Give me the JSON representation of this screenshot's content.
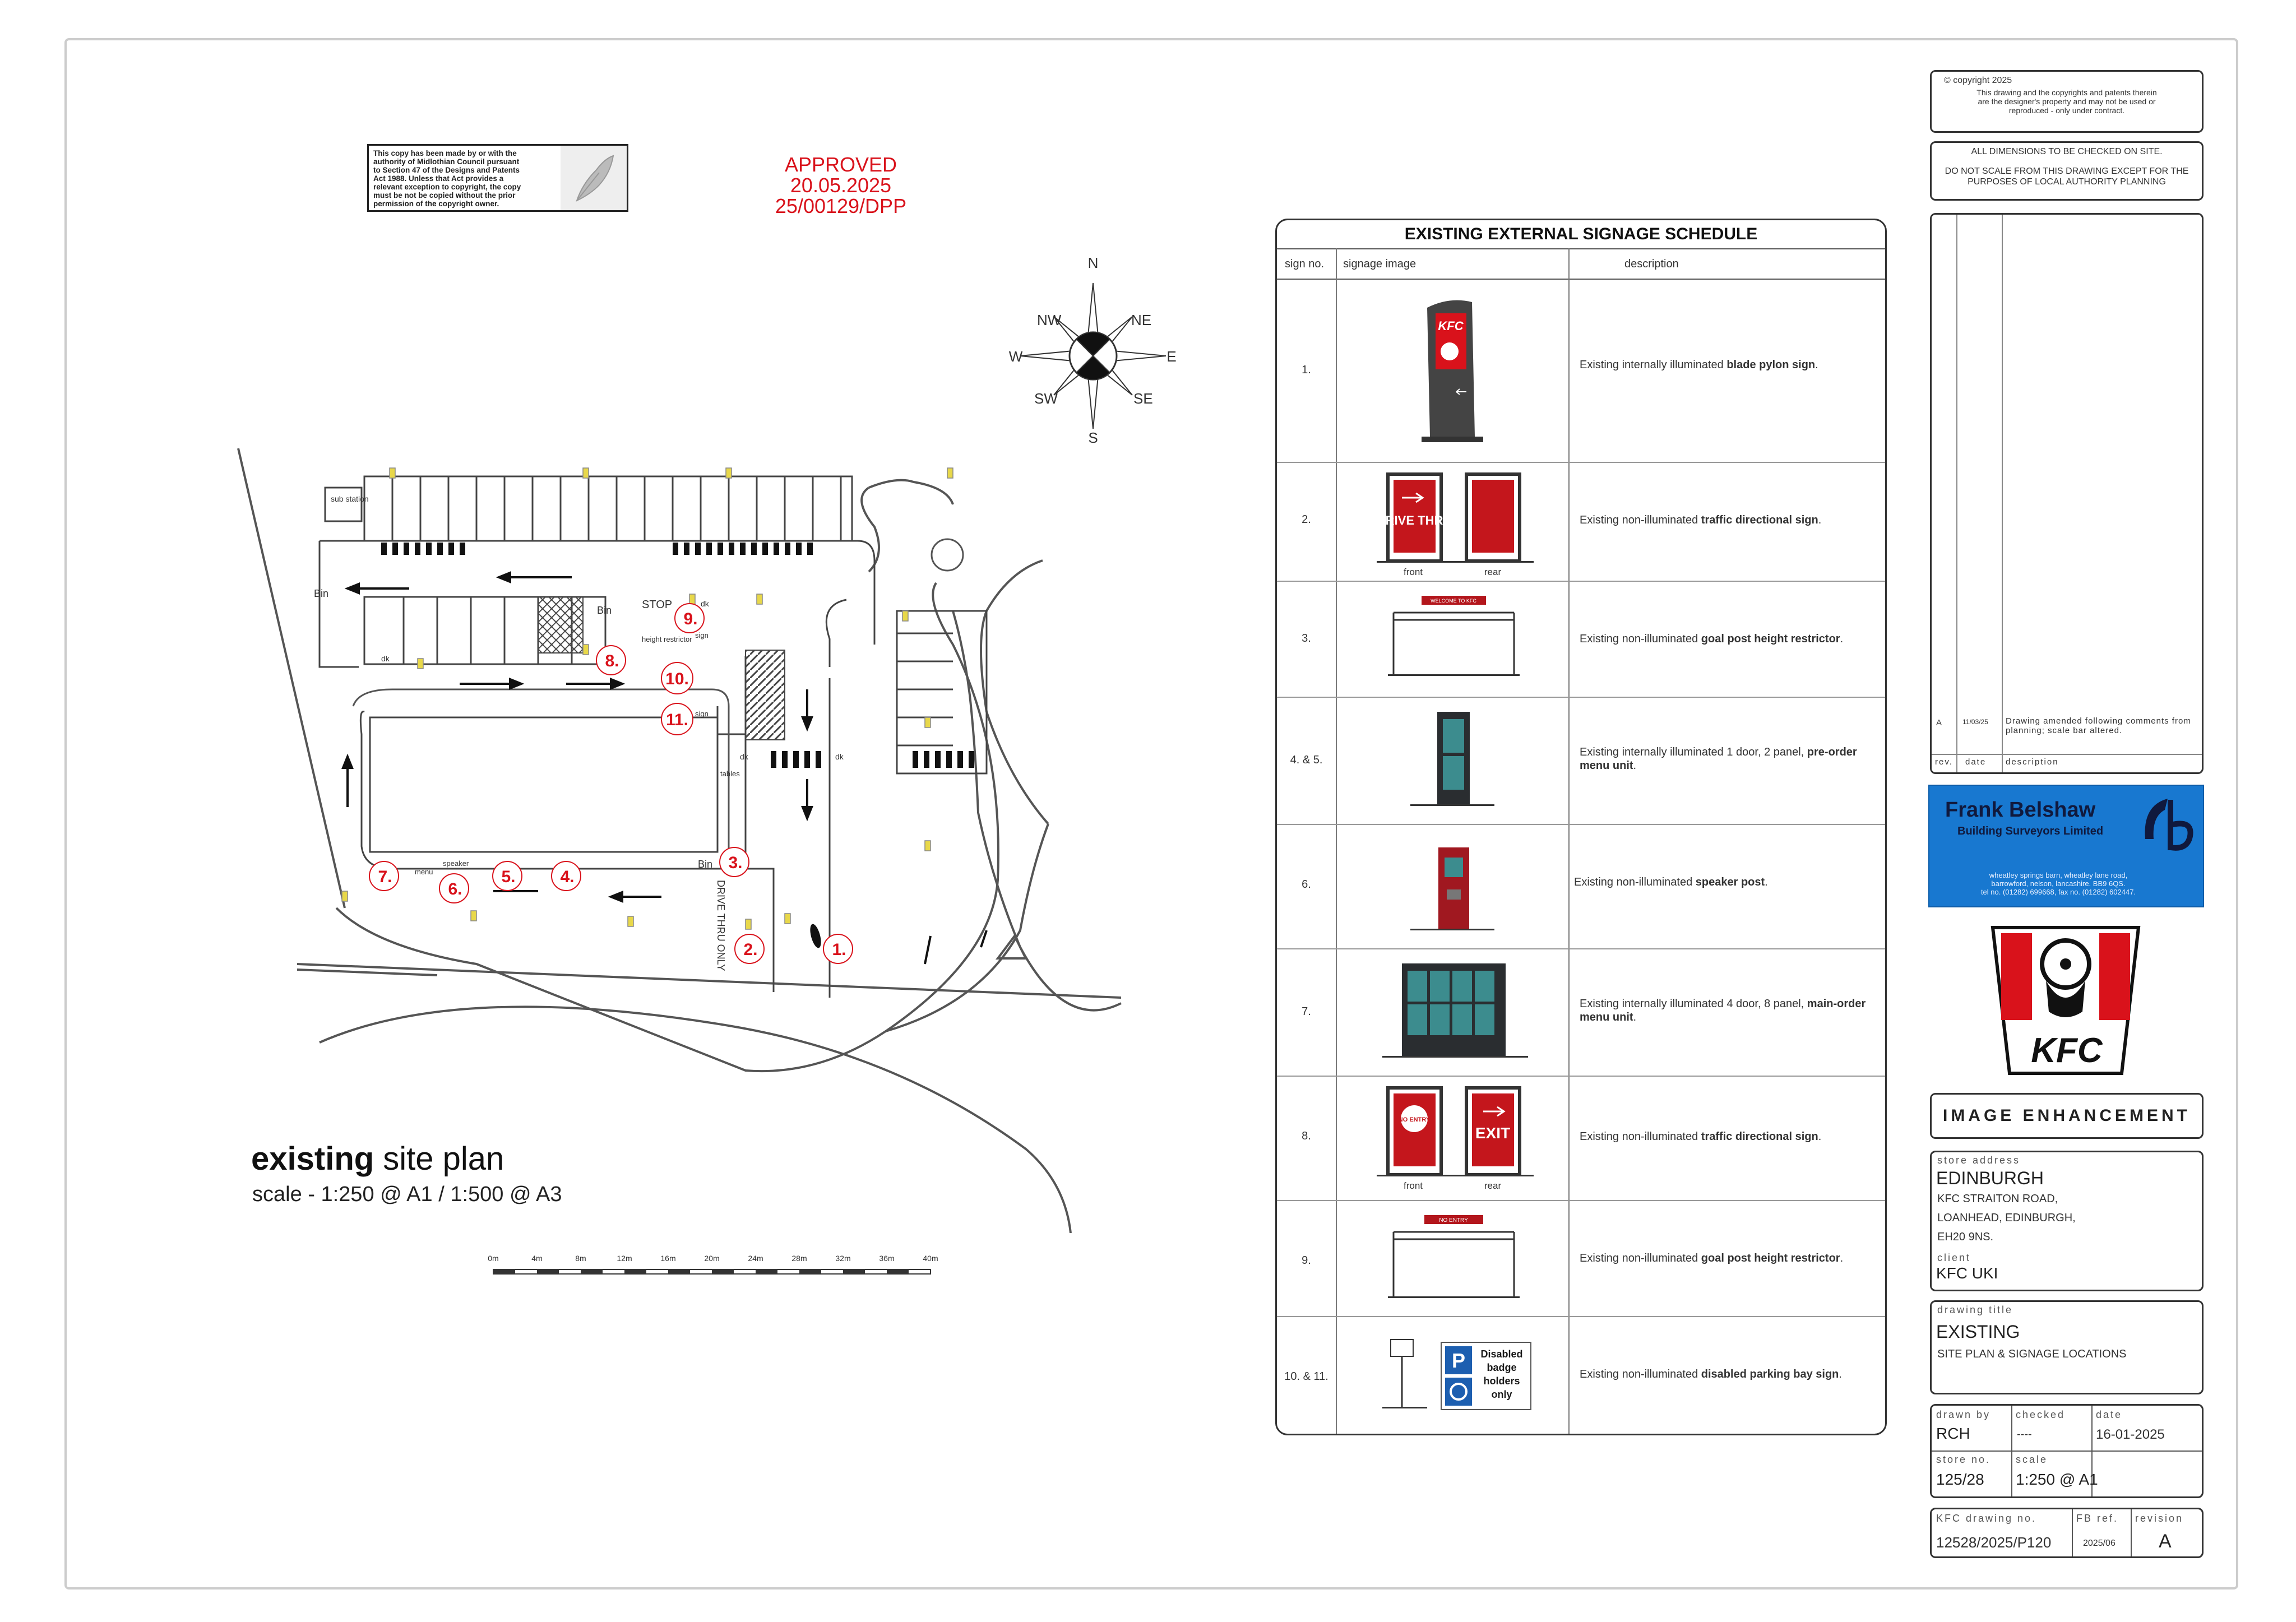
{
  "stamp": {
    "lines": [
      "This copy has been made by or with the",
      "authority of Midlothian Council pursuant",
      "to Section 47 of the Designs and Patents",
      "Act 1988. Unless that Act provides a",
      "relevant exception to copyright, the copy",
      "must be not be copied without the prior",
      "permission of the copyright owner."
    ]
  },
  "approved": {
    "line1": "APPROVED",
    "line2": "20.05.2025",
    "line3": "25/00129/DPP"
  },
  "compass": {
    "n": "N",
    "s": "S",
    "e": "E",
    "w": "W",
    "ne": "NE",
    "nw": "NW",
    "se": "SE",
    "sw": "SW"
  },
  "plan": {
    "title_bold": "existing",
    "title_rest": " site plan",
    "scale": "scale - 1:250 @ A1 / 1:500 @ A3",
    "scale_bar": [
      "0m",
      "4m",
      "8m",
      "12m",
      "16m",
      "20m",
      "24m",
      "28m",
      "32m",
      "36m",
      "40m"
    ],
    "labels": {
      "sub_station": "sub station",
      "bin1": "Bin",
      "bin2": "Bin",
      "bin3": "Bin",
      "stop": "STOP",
      "height_restrictor": "height restrictor",
      "dk1": "dk",
      "dk2": "dk",
      "dk3": "dk",
      "dk4": "dk",
      "tables": "tables",
      "sign1": "sign",
      "sign2": "sign",
      "menu": "menu",
      "speaker": "speaker",
      "drive_thru": "DRIVE THRU ONLY"
    },
    "markers": [
      "1.",
      "2.",
      "3.",
      "4.",
      "5.",
      "6.",
      "7.",
      "8.",
      "9.",
      "10.",
      "11."
    ]
  },
  "schedule": {
    "title": "EXISTING EXTERNAL SIGNAGE SCHEDULE",
    "col_no": "sign no.",
    "col_img": "signage image",
    "col_desc": "description",
    "front": "front",
    "rear": "rear",
    "rows": [
      {
        "no": "1.",
        "pre": "Existing internally illuminated ",
        "bold": "blade pylon sign",
        "post": "."
      },
      {
        "no": "2.",
        "pre": "Existing non-illuminated ",
        "bold": "traffic directional sign",
        "post": "."
      },
      {
        "no": "3.",
        "pre": "Existing non-illuminated ",
        "bold": "goal post height restrictor",
        "post": "."
      },
      {
        "no": "4. & 5.",
        "pre": "Existing internally illuminated 1 door, 2 panel, ",
        "bold": "pre-order menu unit",
        "post": "."
      },
      {
        "no": "6.",
        "pre": "Existing non-illuminated ",
        "bold": "speaker post",
        "post": "."
      },
      {
        "no": "7.",
        "pre": "Existing internally illuminated 4 door, 8 panel, ",
        "bold": "main-order menu unit",
        "post": "."
      },
      {
        "no": "8.",
        "pre": "Existing non-illuminated ",
        "bold": "traffic directional sign",
        "post": "."
      },
      {
        "no": "9.",
        "pre": "Existing non-illuminated ",
        "bold": "goal post height restrictor",
        "post": "."
      },
      {
        "no": "10. & 11.",
        "pre": "Existing non-illuminated ",
        "bold": "disabled parking bay sign",
        "post": "."
      }
    ],
    "sign_texts": {
      "pylon": "KFC",
      "drive_thru": "DRIVE THRU",
      "welcome": "WELCOME TO KFC",
      "no_entry_sign": "NO ENTRY",
      "exit": "EXIT",
      "no_entry_bar": "NO ENTRY",
      "disabled": [
        "Disabled",
        "badge",
        "holders",
        "only"
      ]
    }
  },
  "titleblock": {
    "copyright": "copyright 2025",
    "copyright_text": [
      "This drawing and the copyrights and patents therein",
      "are the designer's property and may not be used or",
      "reproduced - only under contract."
    ],
    "dims": [
      "ALL DIMENSIONS TO BE CHECKED ON SITE.",
      "DO NOT SCALE FROM THIS DRAWING EXCEPT FOR THE",
      "PURPOSES OF LOCAL AUTHORITY PLANNING"
    ],
    "revision_row": {
      "rev": "A",
      "date": "11/03/25",
      "desc": "Drawing amended following comments from planning; scale bar altered."
    },
    "rev_head": {
      "rev": "rev.",
      "date": "date",
      "desc": "description"
    },
    "company": {
      "name": "Frank  Belshaw",
      "sub": "Building  Surveyors  Limited",
      "addr1": "wheatley springs barn, wheatley lane road,",
      "addr2": "barrowford, nelson, lancashire. BB9 6QS.",
      "addr3": "tel no. (01282) 699668, fax no. (01282) 602447."
    },
    "kfc_logo": "KFC",
    "image_enh": "IMAGE ENHANCEMENT",
    "store_address_lbl": "store address",
    "store_city": "EDINBURGH",
    "store_lines": [
      "KFC STRAITON ROAD,",
      "LOANHEAD, EDINBURGH,",
      "EH20 9NS."
    ],
    "client_lbl": "client",
    "client": "KFC UKI",
    "drawing_title_lbl": "drawing title",
    "drawing_title": "EXISTING",
    "drawing_sub": "SITE PLAN & SIGNAGE LOCATIONS",
    "drawn_by_lbl": "drawn by",
    "drawn_by": "RCH",
    "checked_lbl": "checked",
    "checked": "----",
    "date_lbl": "date",
    "date": "16-01-2025",
    "store_no_lbl": "store no.",
    "store_no": "125/28",
    "scale_lbl": "scale",
    "scale": "1:250 @ A1",
    "kfc_drawing_lbl": "KFC drawing no.",
    "kfc_drawing": "12528/2025/P120",
    "fb_ref_lbl": "FB ref.",
    "fb_ref": "2025/06",
    "revision_lbl": "revision",
    "revision": "A"
  }
}
